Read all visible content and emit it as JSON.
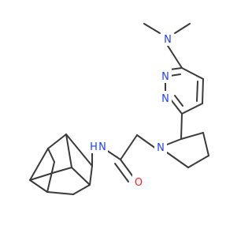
{
  "molecule": {
    "atoms": {
      "n_amine": {
        "text": "N",
        "color": "#1f3fff"
      },
      "n_pyridazine_top": {
        "text": "N",
        "color": "#1f3fff"
      },
      "n_pyridazine_bottom": {
        "text": "N",
        "color": "#1f3fff"
      },
      "n_pyrrolidine": {
        "text": "N",
        "color": "#1f3fff"
      },
      "n_amide": {
        "text": "N",
        "color": "#1f3fff"
      },
      "h_amide": {
        "text": "H",
        "color": "#1f3fff"
      },
      "o_carbonyl": {
        "text": "O",
        "color": "#ff2020"
      }
    },
    "bond_color": "#3a3a3a"
  }
}
